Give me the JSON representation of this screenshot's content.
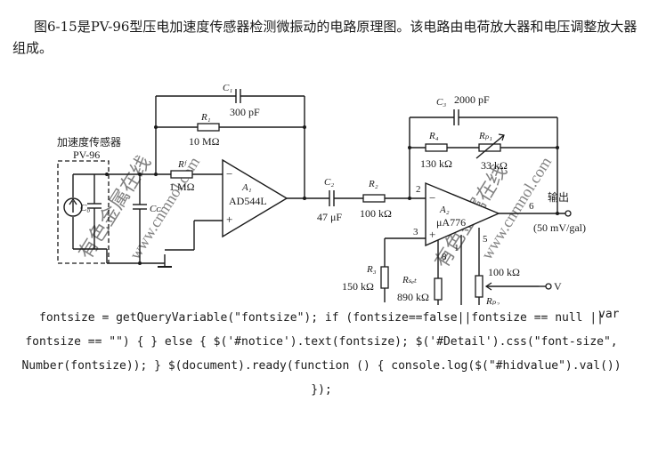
{
  "intro": "图6-15是PV-96型压电加速度传感器检测微振动的电路原理图。该电路由电荷放大器和电压调整放大器组成。",
  "diagram": {
    "sensor_title": "加速度传感器",
    "sensor_model": "PV-96",
    "C0": "C₀",
    "Cc": "Cᴄ",
    "Rf": "Rᶠ",
    "Rf_val": "1 MΩ",
    "R1": "R₁",
    "R1_val": "10 MΩ",
    "C1": "C₁",
    "C1_val": "300 pF",
    "A1": "A₁",
    "A1_part": "AD544L",
    "C2": "C₂",
    "C2_val": "47 μF",
    "R2": "R₂",
    "R2_val": "100 kΩ",
    "C3": "C₃",
    "C3_val": "2000 pF",
    "R4": "R₄",
    "R4_val": "130 kΩ",
    "Rp1": "Rₚ₁",
    "Rp1_val": "33 kΩ",
    "A2": "A₂",
    "A2_part": "μA776",
    "pin2": "2",
    "pin3": "3",
    "pin6": "6",
    "pin5": "5",
    "pin8": "8",
    "pin1": "1",
    "out_label": "输出",
    "out_sens": "(50 mV/gal)",
    "R3": "R₃",
    "R3_val": "150 kΩ",
    "Rset": "Rₛₑₜ",
    "Rset_val": "890 kΩ",
    "Rp2": "Rₚ₂",
    "Rp2_val": "100 kΩ",
    "V": "V",
    "watermark_1": "有色金属在线",
    "watermark_2": "www.cnmnol.com"
  },
  "script_var": "var",
  "script_text": "fontsize = getQueryVariable(\"fontsize\"); if (fontsize==false||fontsize == null || fontsize == \"\") { } else { $('#notice').text(fontsize); $('#Detail').css(\"font-size\", Number(fontsize)); } $(document).ready(function () { console.log($(\"#hidvalue\").val()) });"
}
